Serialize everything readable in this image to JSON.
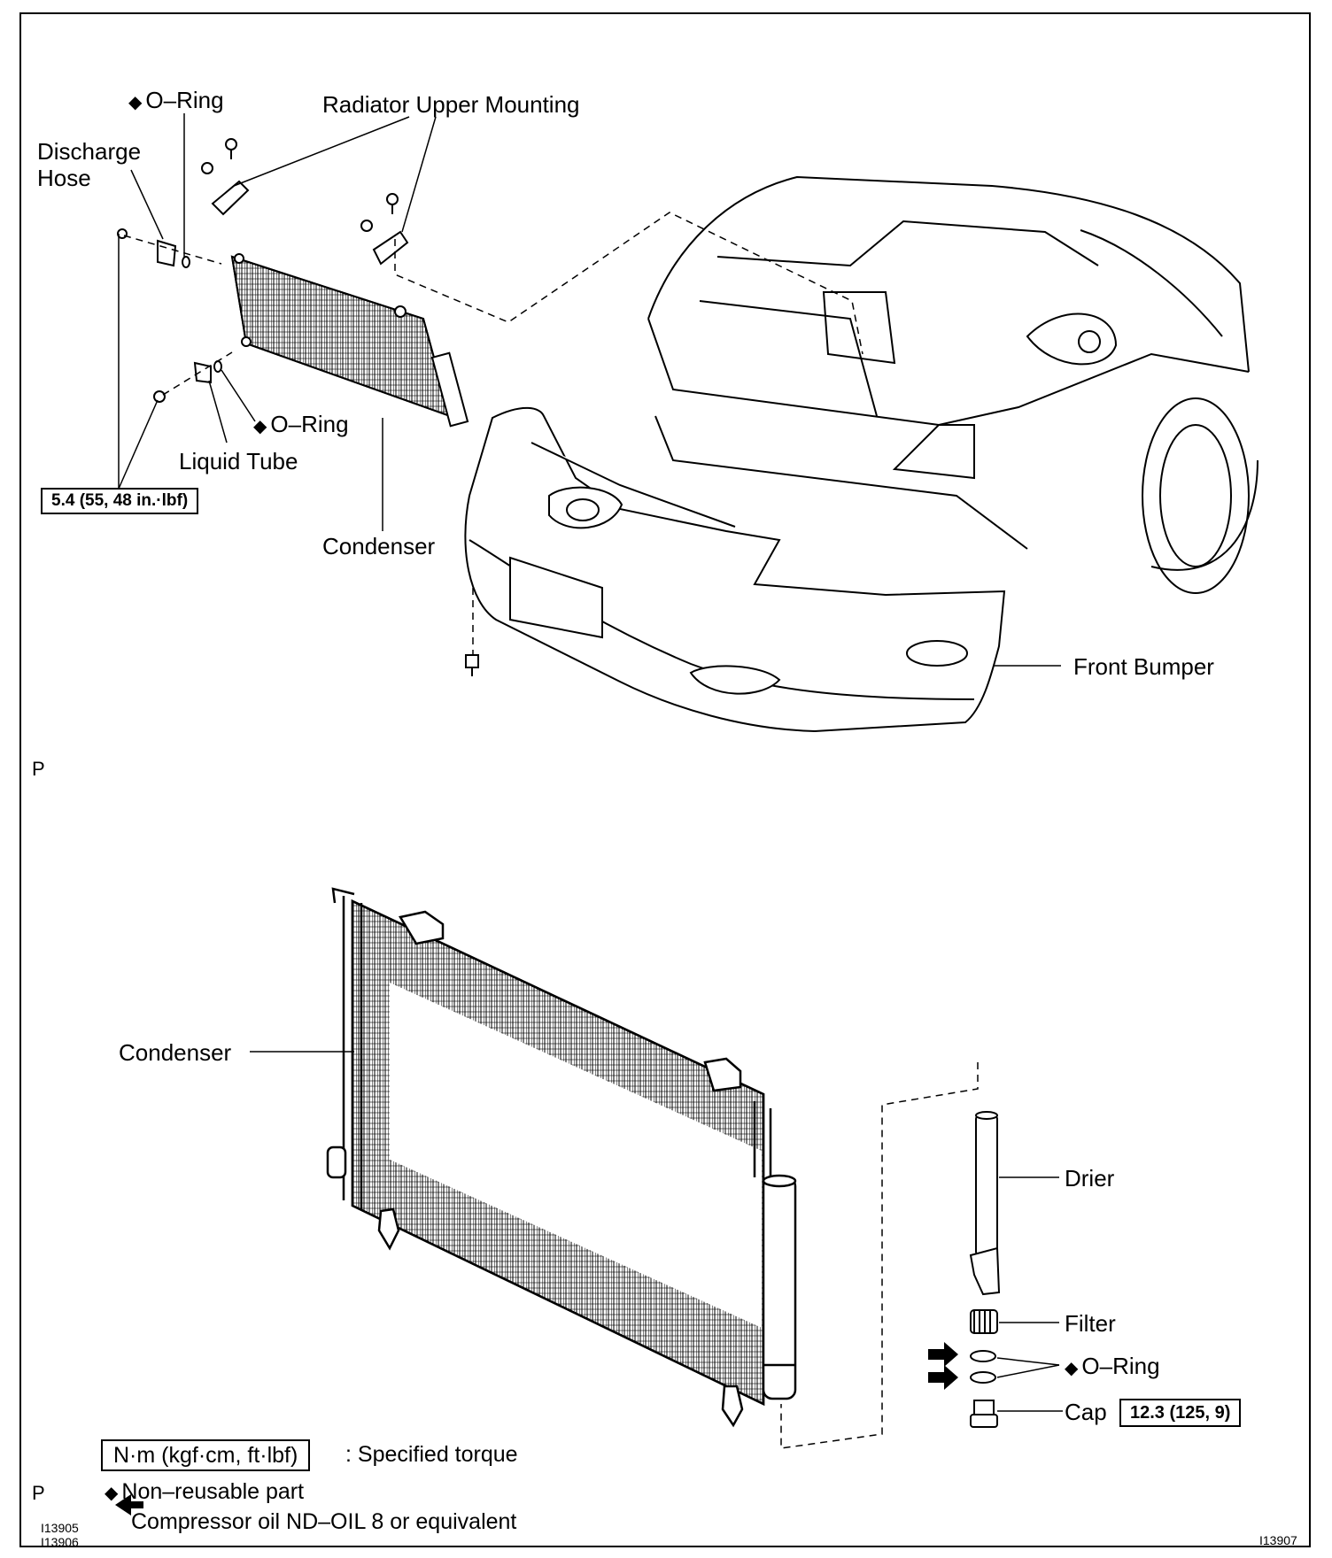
{
  "labels": {
    "oring_top": "O–Ring",
    "radiator_upper_mounting": "Radiator Upper Mounting",
    "discharge_hose_1": "Discharge",
    "discharge_hose_2": "Hose",
    "oring_mid": "O–Ring",
    "liquid_tube": "Liquid Tube",
    "torque_1": "5.4 (55, 48 in.·lbf)",
    "condenser_top": "Condenser",
    "front_bumper": "Front Bumper",
    "p_top": "P",
    "condenser_bottom": "Condenser",
    "drier": "Drier",
    "filter": "Filter",
    "oring_bottom": "O–Ring",
    "cap": "Cap",
    "torque_2": "12.3 (125, 9)"
  },
  "legend": {
    "torque_unit": "N·m (kgf·cm, ft·lbf)",
    "torque_desc": ": Specified torque",
    "nonreusable": "Non–reusable part",
    "compressor_oil": "Compressor oil ND–OIL 8 or equivalent",
    "p_bottom": "P"
  },
  "codes": {
    "code_1": "I13905",
    "code_2": "I13906",
    "code_3": "I13907"
  },
  "symbols": {
    "diamond": "◆"
  }
}
